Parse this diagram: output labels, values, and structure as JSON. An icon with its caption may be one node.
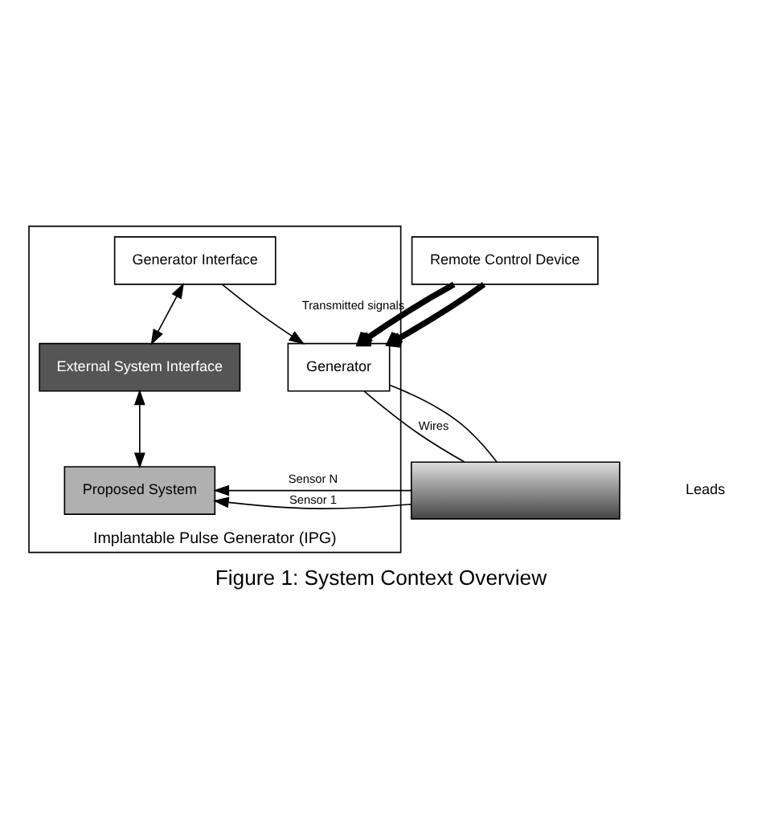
{
  "diagram": {
    "caption": "Figure 1: System Context Overview",
    "nodes": [
      {
        "text": [
          "Implantable Pulse Generator (IPG)"
        ]
      },
      {
        "text": [
          "Generator Interface"
        ],
        "in": 0
      },
      {
        "text": [
          "External System Interface"
        ],
        "in": 0
      },
      {
        "text": [
          "Proposed System"
        ],
        "in": 0
      },
      {
        "text": [
          "Generator"
        ],
        "in": 0
      },
      {
        "text": [
          "Remote Control Device"
        ]
      },
      {
        "text": [],
        "shape": "picture"
      }
    ],
    "edges": [
      {
        "from": 1,
        "to": 2,
        "arrow": "both"
      },
      {
        "from": 2,
        "to": 3,
        "arrow": "both"
      },
      {
        "from": 1,
        "to": 4,
        "arrow": "to"
      },
      {
        "from": 6,
        "to": 3,
        "arrow": "to",
        "label": "Sensor 1"
      },
      {
        "from": 6,
        "to": 3,
        "arrow": "to",
        "label": "Sensor N"
      },
      {
        "from": 4,
        "to": 6,
        "arrow": "none",
        "label": "Wires"
      },
      {
        "from": 4,
        "to": 6,
        "arrow": "none"
      },
      {
        "from": 5,
        "to": 4,
        "arrow": "to",
        "label": "Transmitted signals",
        "style": "thick"
      },
      {
        "from": 5,
        "to": 4,
        "arrow": "to",
        "style": "thick"
      }
    ],
    "labels": [
      "Leads"
    ]
  }
}
